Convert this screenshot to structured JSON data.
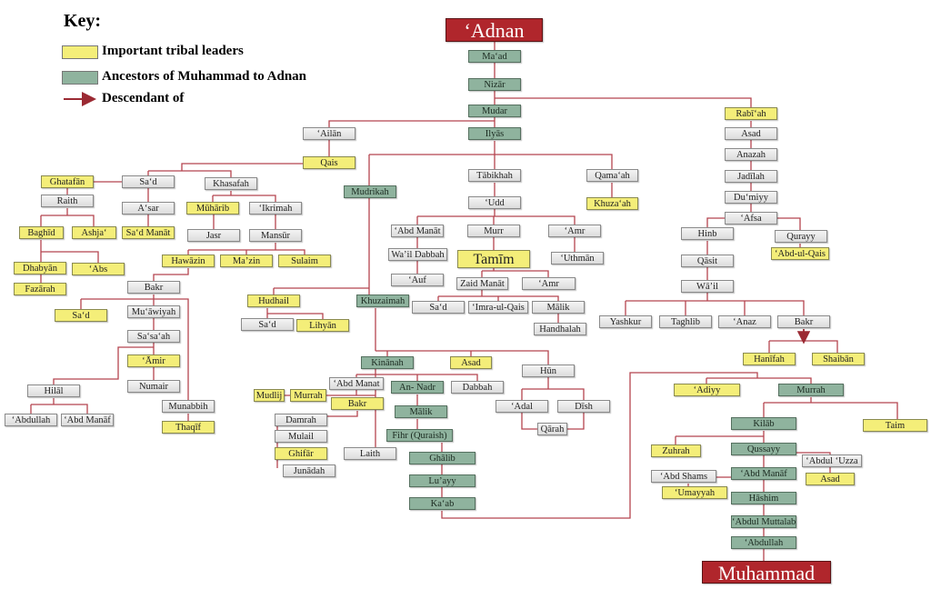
{
  "key": {
    "title": "Key:",
    "leaders": "Important tribal leaders",
    "ancestors": "Ancestors of Muhammad to Adnan",
    "descendant": "Descendant of",
    "colors": {
      "leader": "#f4ee79",
      "ancestor": "#8fb39e",
      "line": "#b5444f",
      "endpoint": "#b0262c"
    }
  },
  "nodes": {
    "adnan": "ʻAdnan",
    "maad": "Maʻad",
    "nizar": "Nizār",
    "mudar": "Mudar",
    "ilyas": "Ilyās",
    "rabiah": "Rabīʻah",
    "asad_r": "Asad",
    "anazah": "Anazah",
    "jadilah": "Jadīlah",
    "dumiyy": "Duʻmiyy",
    "afsa": "ʻAfsa",
    "hinb": "Hinb",
    "qurayy": "Qurayy",
    "abdulqais": "ʻAbd-ul-Qais",
    "qasit": "Qāsit",
    "wail": "Wāʼil",
    "yashkur": "Yashkur",
    "taghlib": "Taghlib",
    "anaz": "ʻAnaz",
    "bakr_w": "Bakr",
    "hanifah": "Hanīfah",
    "shaiban": "Shaibān",
    "adiyy": "ʻAdiyy",
    "murrah_q": "Murrah",
    "kilab": "Kilāb",
    "taim": "Taim",
    "zuhrah": "Zuhrah",
    "qussayy": "Qussayy",
    "abdmanaf": "ʻAbd Manāf",
    "abduluzza": "ʻAbdul ʻUzza",
    "asad_u": "Asad",
    "abdshams": "ʻAbd Shams",
    "umayyah": "ʻUmayyah",
    "hashim": "Hāshim",
    "abdulmuttalab": "ʻAbdul Muttalab",
    "abdullah": "ʻAbdullah",
    "muhammad": "Muhammad",
    "ailan": "ʻAilān",
    "qais": "Qais",
    "qamaah": "Qamaʻah",
    "khuzaah": "Khuzaʻah",
    "tabikhah": "Tābikhah",
    "udd": "ʻUdd",
    "mudrikah": "Mudrikah",
    "abdmanat_u": "ʻAbd Manāt",
    "waildabbah": "Waʼil Dabbah",
    "auf": "ʻAuf",
    "murr": "Murr",
    "tamim": "Tamīm",
    "amr1": "ʻAmr",
    "uthman": "ʻUthmān",
    "zaidmanat": "Zaid Manāt",
    "amr2": "ʻAmr",
    "sad_t": "Saʻd",
    "imraulqais": "ʻImra-ul-Qais",
    "malik_t": "Mālik",
    "handhalah": "Handhalah",
    "hudhail": "Hudhail",
    "sad_h": "Saʻd",
    "lihyan": "Lihyān",
    "khuzaimah": "Khuzaimah",
    "kinanah": "Kinānah",
    "asad_k": "Asad",
    "hun": "Hūn",
    "abdmanat_k": "ʻAbd Manat",
    "annadr": "An- Nadr",
    "dabbah": "Dabbah",
    "mudlij": "Mudlij",
    "murrah_k": "Murrah",
    "bakr_k": "Bakr",
    "adal": "ʻAdal",
    "dish": "Dīsh",
    "qarah": "Qārah",
    "malik_q": "Mālik",
    "fihr": "Fihr (Quraish)",
    "ghalib": "Ghālib",
    "luayy": "Luʼayy",
    "kaab": "Kaʻab",
    "damrah": "Damrah",
    "mulail": "Mulail",
    "ghifar": "Ghifār",
    "junadah": "Junādah",
    "laith": "Laith",
    "ghatafan": "Ghatafān",
    "sad_q": "Saʻd",
    "khasafah": "Khasafah",
    "raith": "Raith",
    "asar": "Aʻsar",
    "muharib": "Mūhārib",
    "ikrimah": "ʻIkrimah",
    "baghid": "Baghīd",
    "ashja": "Ashjaʻ",
    "sadmanat": "Saʻd Manāt",
    "jasr": "Jasr",
    "mansur": "Mansūr",
    "dhabyan": "Dhabyān",
    "abs": "ʻAbs",
    "fazarah": "Fazārah",
    "hawazin": "Hawāzin",
    "mazin": "Maʼzin",
    "sulaim": "Sulaim",
    "bakr_h": "Bakr",
    "sad_b": "Saʻd",
    "muawiyah": "Muʻāwiyah",
    "sasaah": "Saʻsaʻah",
    "amir": "ʻĀmir",
    "numair": "Numair",
    "hilal": "Hilāl",
    "munabbih": "Munabbih",
    "thaqif": "Thaqīf",
    "abdullah_h": "ʻAbdullah",
    "abdmanaf_h": "ʻAbd Manāf"
  }
}
